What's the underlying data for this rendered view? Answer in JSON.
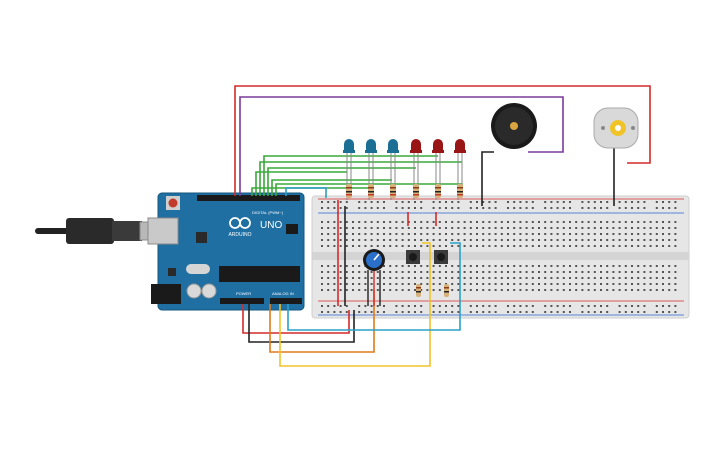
{
  "board": {
    "brand": "ARDUINO",
    "model": "UNO",
    "header_digital": "DIGITAL (PWM~)",
    "header_power": "POWER",
    "header_analog": "ANALOG IN",
    "color": "#1f6fa3"
  },
  "leds": [
    {
      "color": "#1b6f94"
    },
    {
      "color": "#1b6f94"
    },
    {
      "color": "#1b6f94"
    },
    {
      "color": "#9a1616"
    },
    {
      "color": "#9a1616"
    },
    {
      "color": "#9a1616"
    }
  ],
  "wire_colors": {
    "red": "#d42a2a",
    "purple": "#7a3a9a",
    "green": "#3aa83a",
    "black": "#222222",
    "blue": "#2aa0c8",
    "yellow": "#f0c428",
    "orange": "#e07a1a"
  },
  "components": {
    "buzzer_icon": "piezo-buzzer-icon",
    "motor_icon": "dc-motor-icon",
    "pot_icon": "potentiometer-icon",
    "usb_icon": "usb-cable-icon"
  }
}
